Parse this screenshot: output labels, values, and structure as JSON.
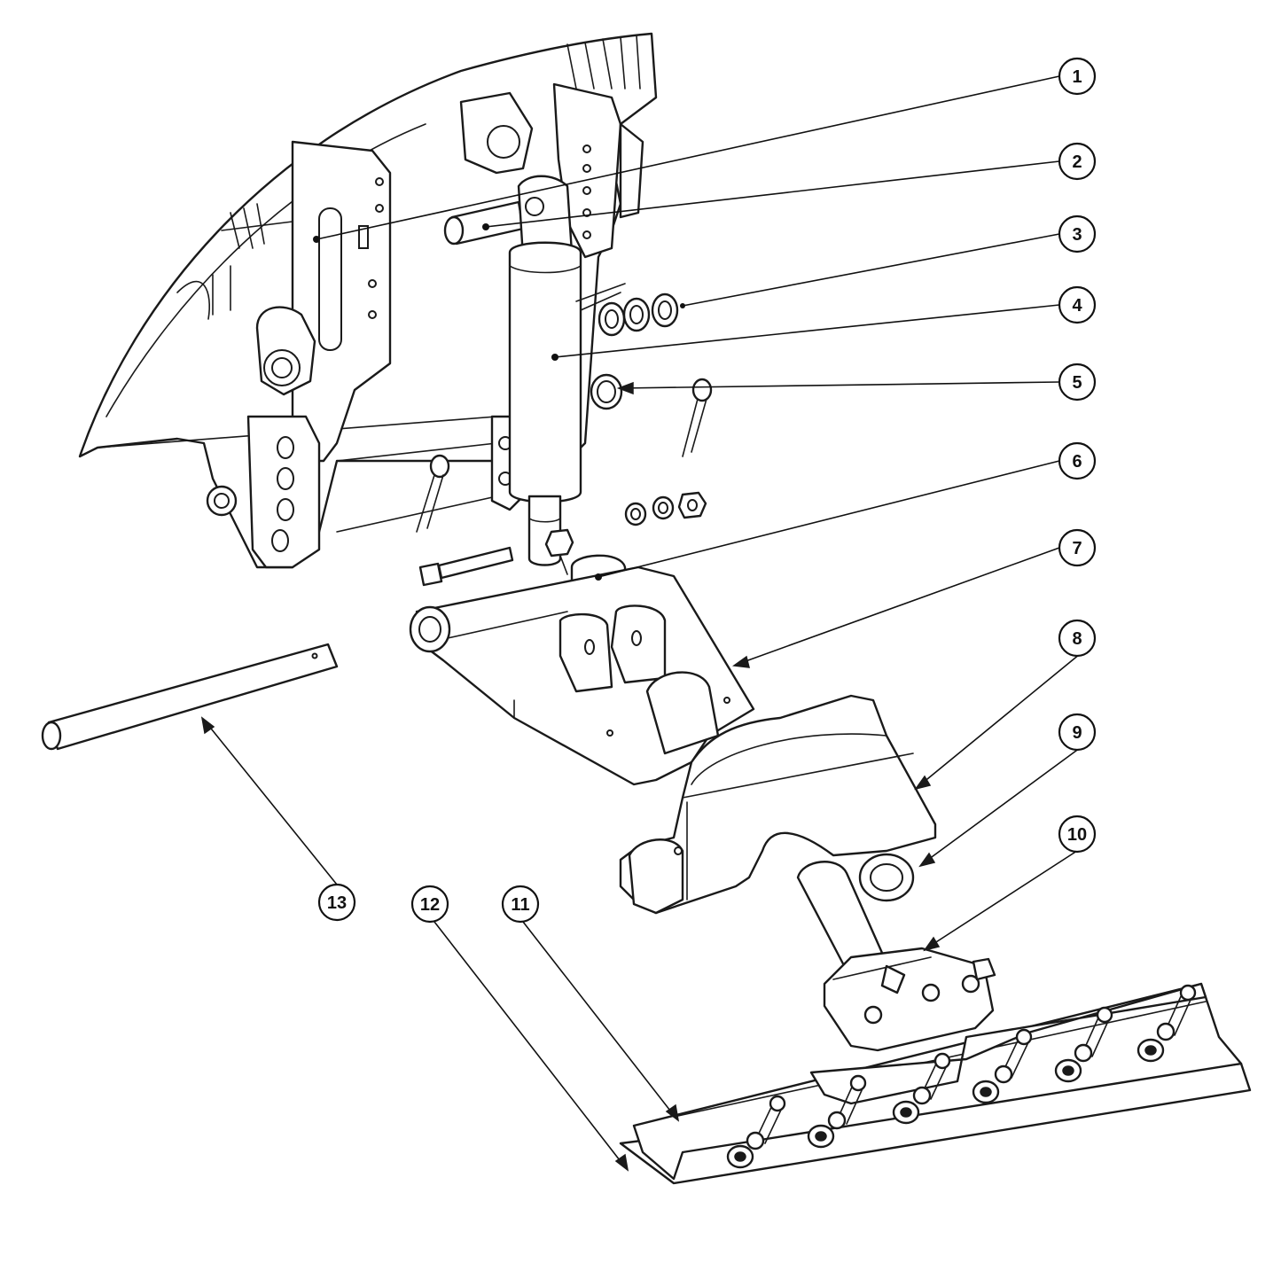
{
  "callouts": [
    {
      "id": "c1",
      "label": "1"
    },
    {
      "id": "c2",
      "label": "2"
    },
    {
      "id": "c3",
      "label": "3"
    },
    {
      "id": "c4",
      "label": "4"
    },
    {
      "id": "c5",
      "label": "5"
    },
    {
      "id": "c6",
      "label": "6"
    },
    {
      "id": "c7",
      "label": "7"
    },
    {
      "id": "c8",
      "label": "8"
    },
    {
      "id": "c9",
      "label": "9"
    },
    {
      "id": "c10",
      "label": "10"
    },
    {
      "id": "c11",
      "label": "11"
    },
    {
      "id": "c12",
      "label": "12"
    },
    {
      "id": "c13",
      "label": "13"
    }
  ],
  "colors": {
    "line": "#1a1a1a",
    "background": "#ffffff"
  }
}
